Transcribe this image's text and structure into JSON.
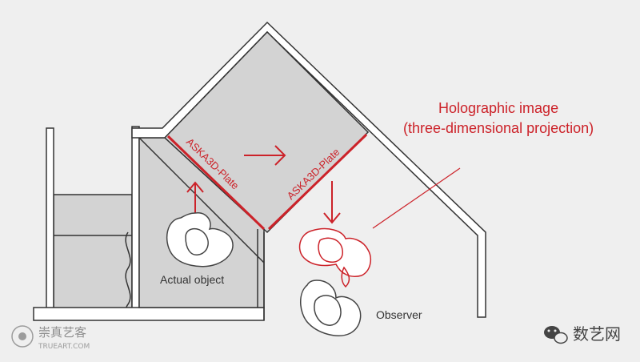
{
  "labels": {
    "holo_title": "Holographic image",
    "holo_subtitle": "(three-dimensional projection)",
    "plate_left": "ASKA3D-Plate",
    "plate_right": "ASKA3D-Plate",
    "actual_object": "Actual object",
    "observer": "Observer"
  },
  "watermarks": {
    "left_cn": "崇真艺客",
    "left_en": "TRUEART.COM",
    "right_cn": "数艺网"
  },
  "colors": {
    "background": "#efefef",
    "wall_fill": "#ffffff",
    "box_fill": "#d3d3d3",
    "outline": "#333333",
    "accent_red": "#cc2229"
  }
}
